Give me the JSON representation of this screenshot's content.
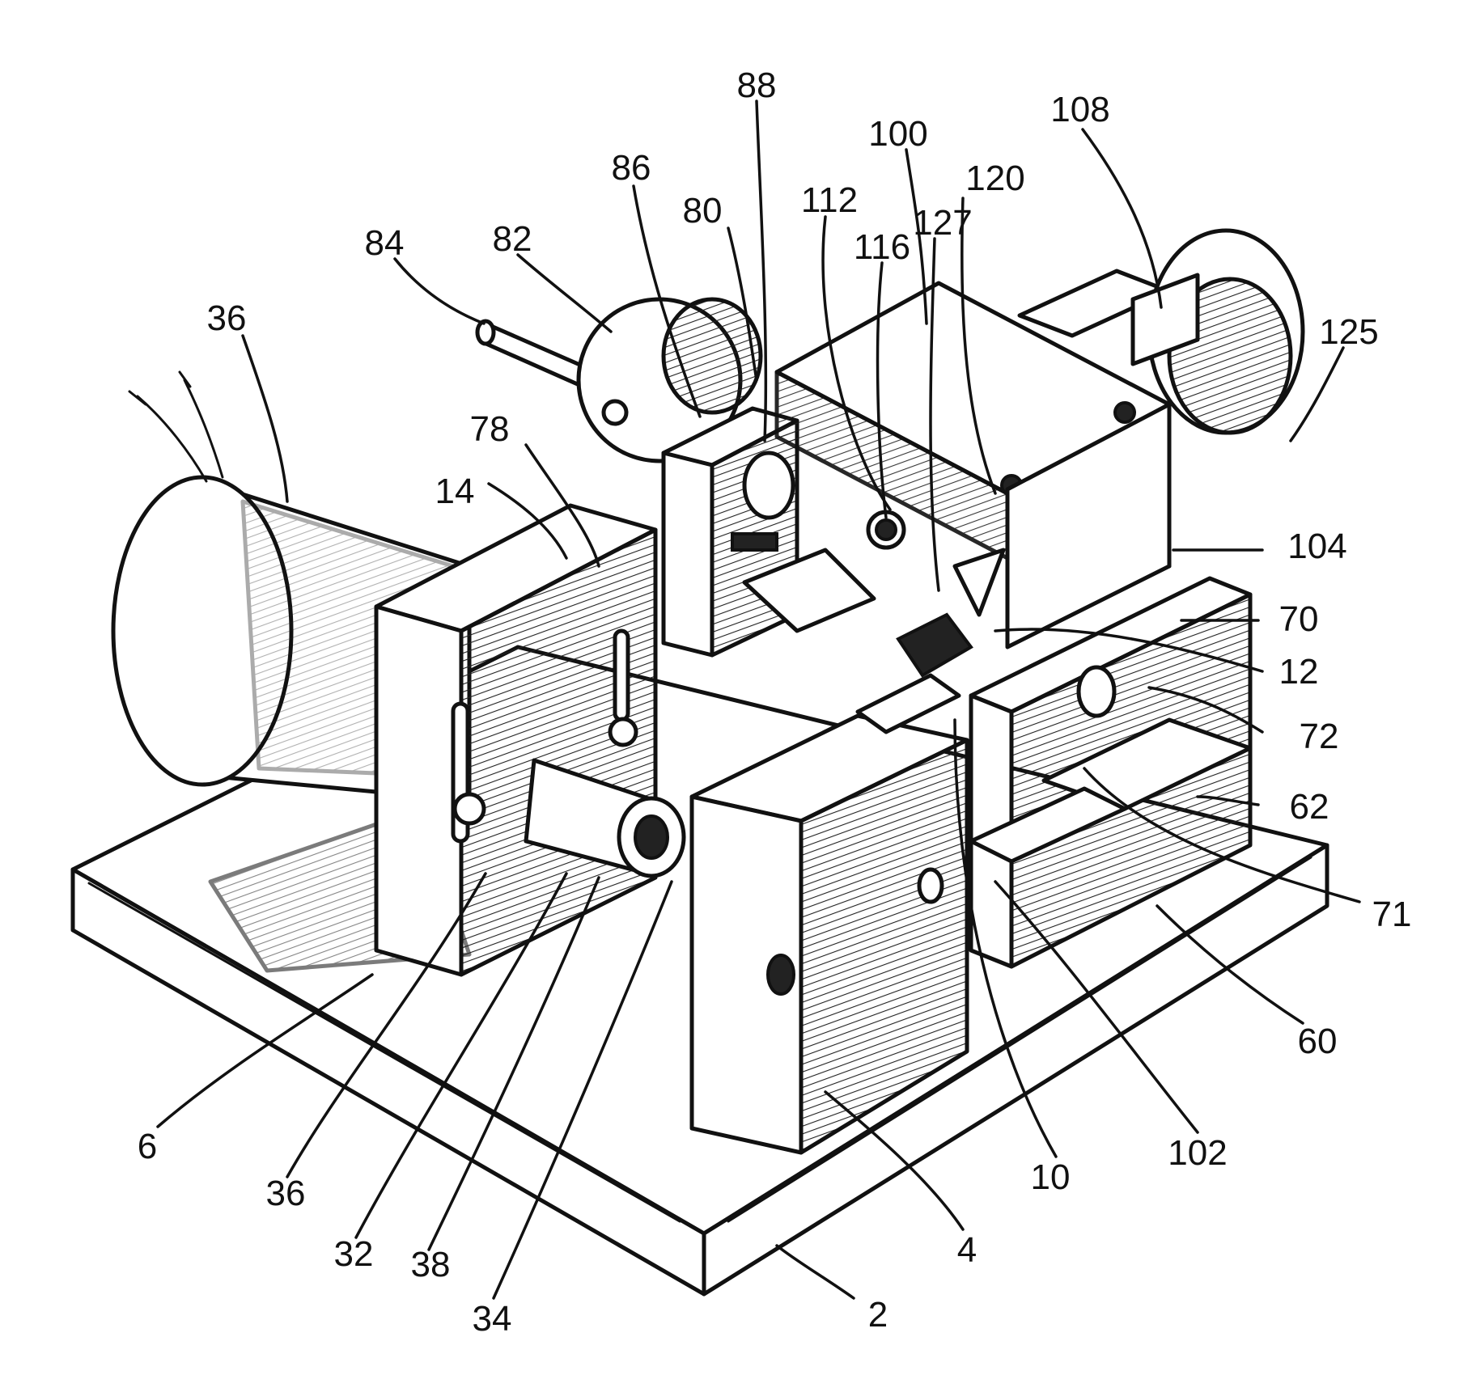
{
  "labels": [
    {
      "id": "l88",
      "text": "88"
    },
    {
      "id": "l108",
      "text": "108"
    },
    {
      "id": "l100",
      "text": "100"
    },
    {
      "id": "l86",
      "text": "86"
    },
    {
      "id": "l120",
      "text": "120"
    },
    {
      "id": "l80",
      "text": "80"
    },
    {
      "id": "l112",
      "text": "112"
    },
    {
      "id": "l127",
      "text": "127"
    },
    {
      "id": "l84",
      "text": "84"
    },
    {
      "id": "l82",
      "text": "82"
    },
    {
      "id": "l116",
      "text": "116"
    },
    {
      "id": "l36a",
      "text": "36"
    },
    {
      "id": "l125",
      "text": "125"
    },
    {
      "id": "l78",
      "text": "78"
    },
    {
      "id": "l14",
      "text": "14"
    },
    {
      "id": "l104",
      "text": "104"
    },
    {
      "id": "l70",
      "text": "70"
    },
    {
      "id": "l12",
      "text": "12"
    },
    {
      "id": "l72",
      "text": "72"
    },
    {
      "id": "l62",
      "text": "62"
    },
    {
      "id": "l71",
      "text": "71"
    },
    {
      "id": "l60",
      "text": "60"
    },
    {
      "id": "l6",
      "text": "6"
    },
    {
      "id": "l102",
      "text": "102"
    },
    {
      "id": "l36b",
      "text": "36"
    },
    {
      "id": "l10",
      "text": "10"
    },
    {
      "id": "l32",
      "text": "32"
    },
    {
      "id": "l38",
      "text": "38"
    },
    {
      "id": "l4",
      "text": "4"
    },
    {
      "id": "l2",
      "text": "2"
    },
    {
      "id": "l34",
      "text": "34"
    }
  ]
}
